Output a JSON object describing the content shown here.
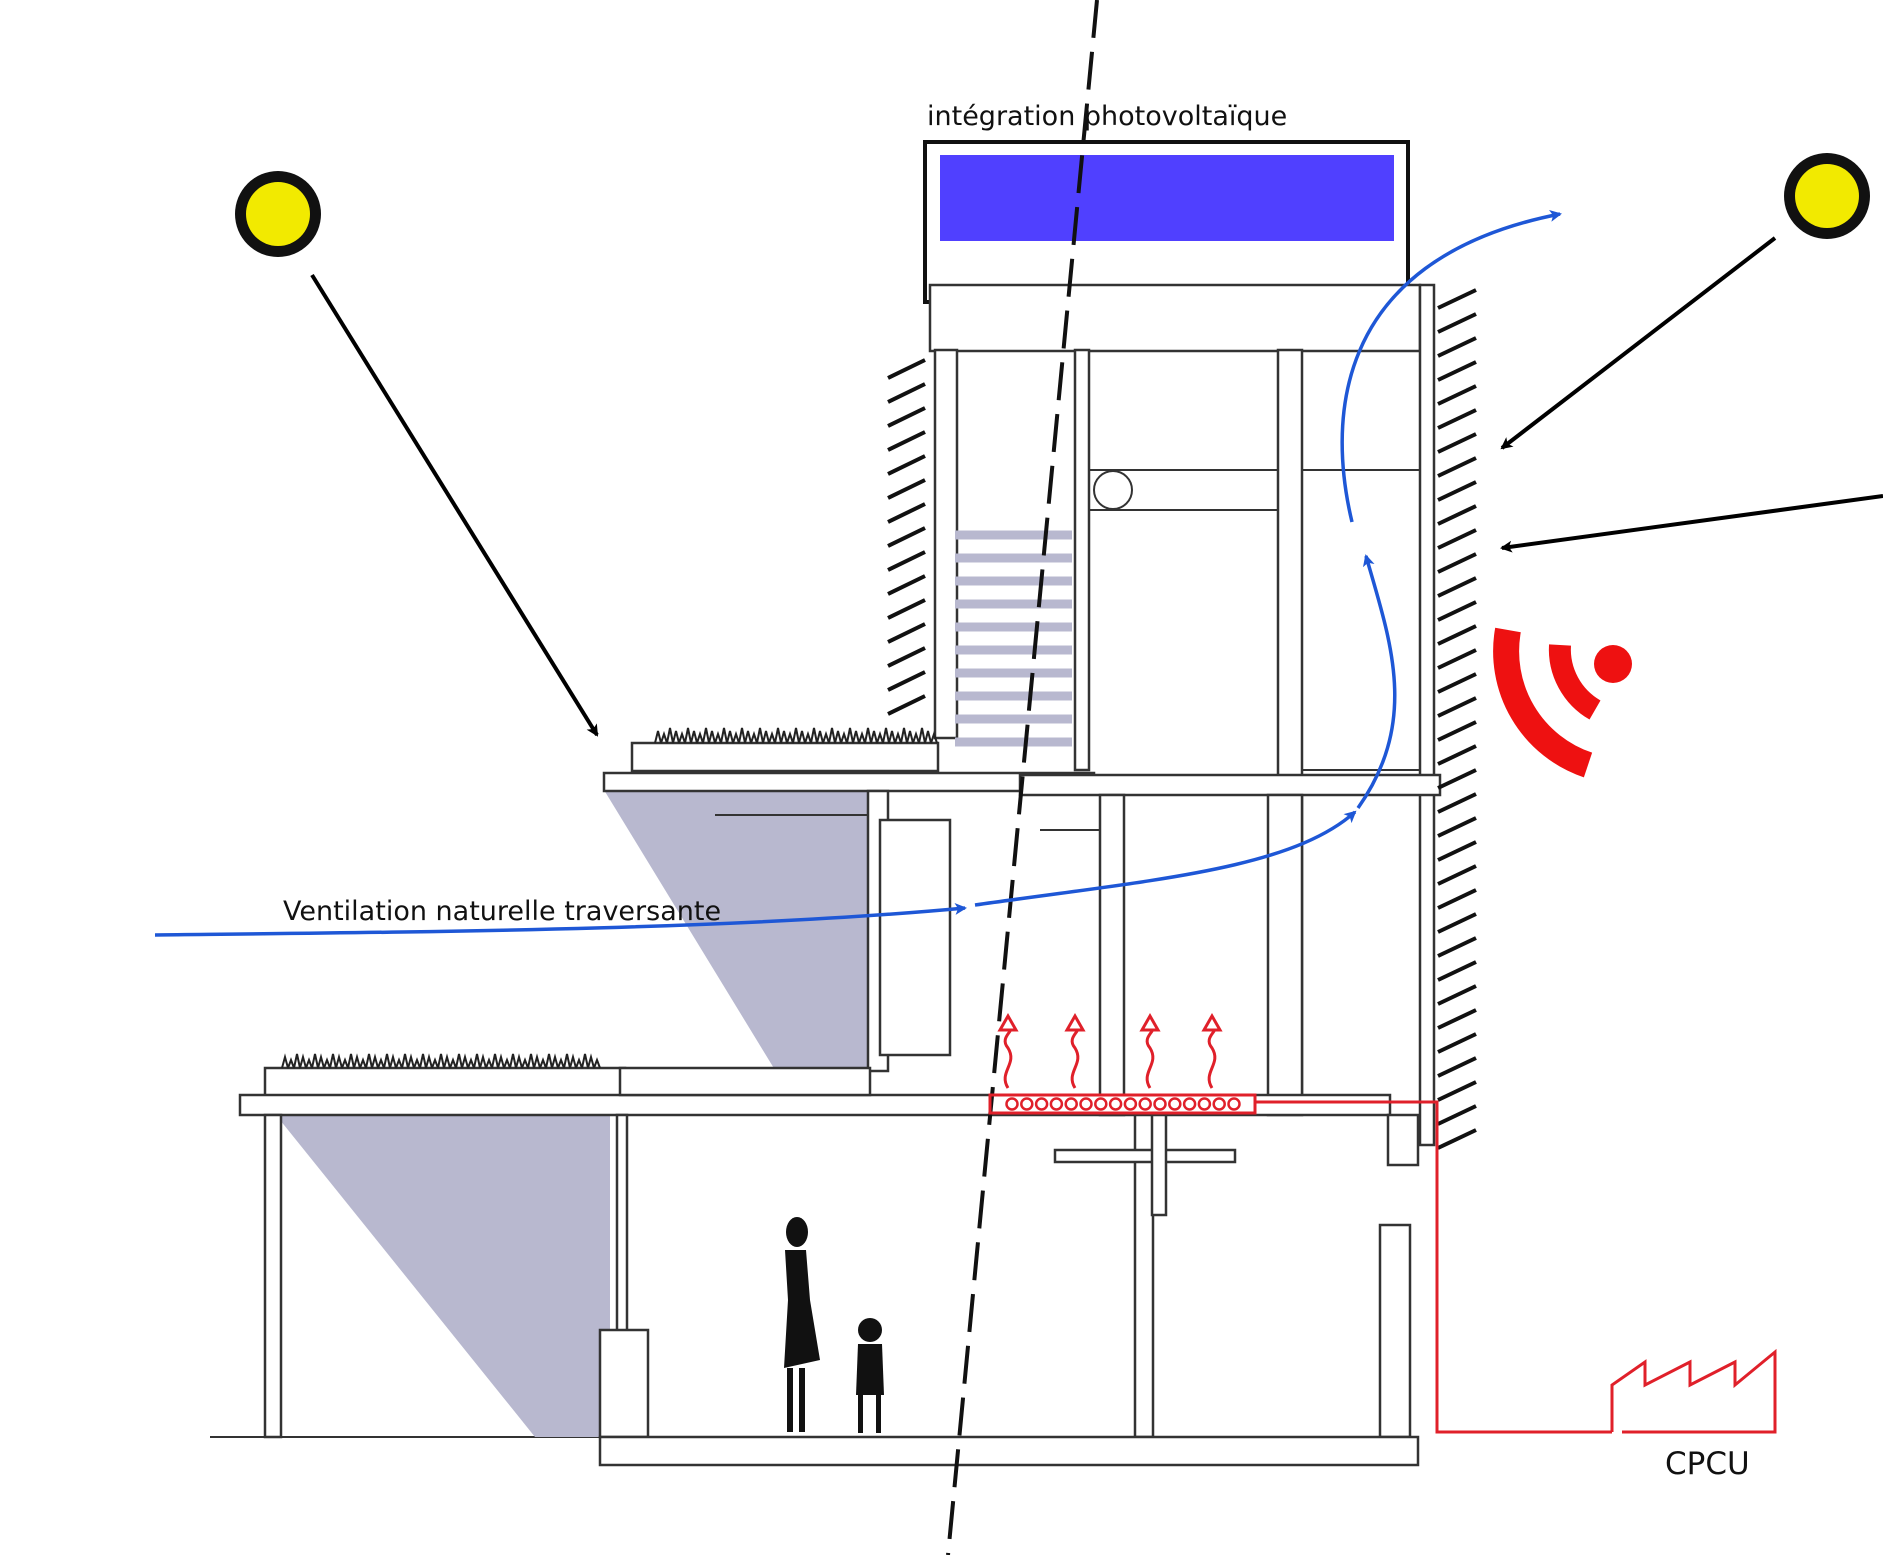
{
  "labels": {
    "pv": "intégration photovoltaïque",
    "ventilation": "Ventilation naturelle traversante",
    "cpcu": "CPCU"
  },
  "colors": {
    "sun_fill": "#f2ea00",
    "pv_panel": "#5040ff",
    "air_flow": "#1e57d6",
    "heat": "#e0202a",
    "shade": "#b8b8cf",
    "wifi": "#ee1111"
  }
}
